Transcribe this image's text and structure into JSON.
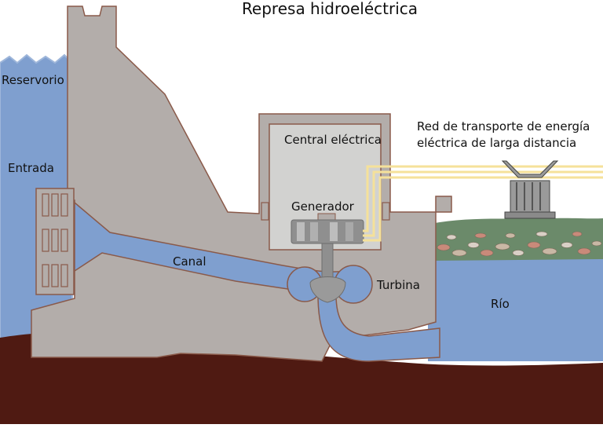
{
  "title": "Represa hidroeléctrica",
  "labels": {
    "reservoir": "Reservorio",
    "intake": "Entrada",
    "powerhouse": "Central eléctrica",
    "generator": "Generador",
    "penstock": "Canal",
    "turbine": "Turbina",
    "river": "Río",
    "transmission_line1": "Red de transporte de energía",
    "transmission_line2": "eléctrica de larga distancia"
  },
  "colors": {
    "water": "#7f9fcf",
    "dam": "#b3adaa",
    "dam_outline": "#8a5a4a",
    "ground": "#4f1a12",
    "powerhouse_room": "#d2d2d0",
    "grass": "#6b8a6a",
    "power_line": "#f5e19a"
  }
}
